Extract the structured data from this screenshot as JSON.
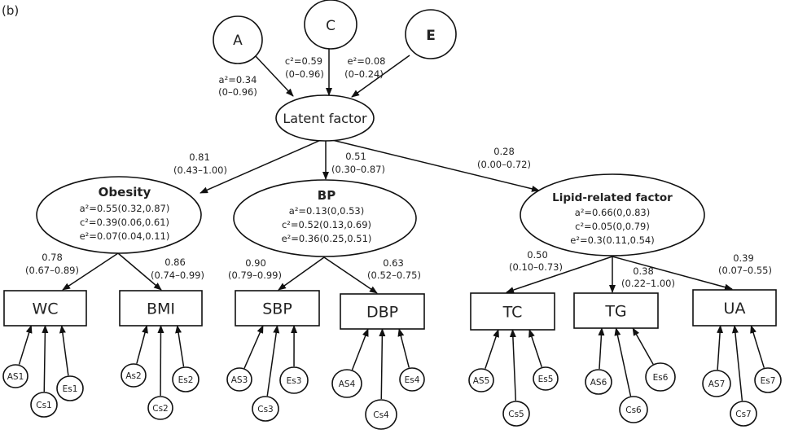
{
  "panel_label": "(b)",
  "ace_sources": [
    {
      "id": "A",
      "label": "A",
      "path_label": "a²=0.34",
      "path_ci": "(0–0.96)"
    },
    {
      "id": "C",
      "label": "C",
      "path_label": "c²=0.59",
      "path_ci": "(0–0.96)"
    },
    {
      "id": "E",
      "label": "E",
      "path_label": "e²=0.08",
      "path_ci": "(0–0.24)"
    }
  ],
  "latent": {
    "label": "Latent factor"
  },
  "factors": [
    {
      "id": "obesity",
      "title": "Obesity",
      "lines": [
        "a²=0.55(0.32,0.87)",
        "c²=0.39(0.06,0.61)",
        "e²=0.07(0.04,0.11)"
      ],
      "loading": "0.81",
      "loading_ci": "(0.43–1.00)"
    },
    {
      "id": "bp",
      "title": "BP",
      "lines": [
        "a²=0.13(0,0.53)",
        "c²=0.52(0.13,0.69)",
        "e²=0.36(0.25,0.51)"
      ],
      "loading": "0.51",
      "loading_ci": "(0.30–0.87)"
    },
    {
      "id": "lipid",
      "title": "Lipid-related factor",
      "lines": [
        "a²=0.66(0,0.83)",
        "c²=0.05(0,0.79)",
        "e²=0.3(0.11,0.54)"
      ],
      "loading": "0.28",
      "loading_ci": "(0.00–0.72)"
    }
  ],
  "indicators": [
    {
      "id": "wc",
      "label": "WC",
      "loading": "0.78",
      "loading_ci": "(0.67–0.89)",
      "residuals": [
        "AS1",
        "Cs1",
        "Es1"
      ]
    },
    {
      "id": "bmi",
      "label": "BMI",
      "loading": "0.86",
      "loading_ci": "(0.74–0.99)",
      "residuals": [
        "As2",
        "Cs2",
        "Es2"
      ]
    },
    {
      "id": "sbp",
      "label": "SBP",
      "loading": "0.90",
      "loading_ci": "(0.79–0.99)",
      "residuals": [
        "AS3",
        "Cs3",
        "Es3"
      ]
    },
    {
      "id": "dbp",
      "label": "DBP",
      "loading": "0.63",
      "loading_ci": "(0.52–0.75)",
      "residuals": [
        "AS4",
        "Cs4",
        "Es4"
      ]
    },
    {
      "id": "tc",
      "label": "TC",
      "loading": "0.50",
      "loading_ci": "(0.10–0.73)",
      "residuals": [
        "AS5",
        "Cs5",
        "Es5"
      ]
    },
    {
      "id": "tg",
      "label": "TG",
      "loading": "0.38",
      "loading_ci": "(0.22–1.00)",
      "residuals": [
        "AS6",
        "Cs6",
        "Es6"
      ]
    },
    {
      "id": "ua",
      "label": "UA",
      "loading": "0.39",
      "loading_ci": "(0.07–0.55)",
      "residuals": [
        "AS7",
        "Cs7",
        "Es7"
      ]
    }
  ]
}
